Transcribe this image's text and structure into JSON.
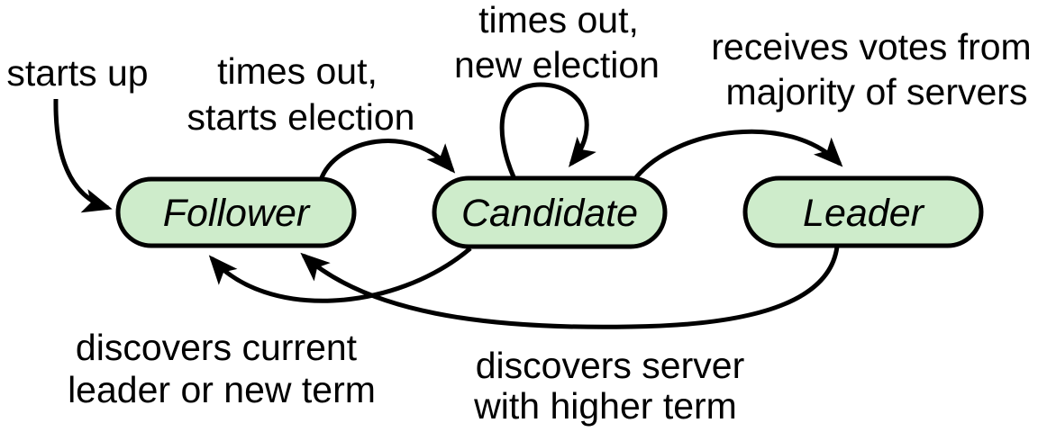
{
  "diagram_type": "state-machine",
  "background": "#ffffff",
  "colors": {
    "state_fill": "#ceeccb",
    "state_stroke": "#000000",
    "arrow": "#000000",
    "text": "#000000"
  },
  "states": [
    {
      "label": "Follower"
    },
    {
      "label": "Candidate"
    },
    {
      "label": "Leader"
    }
  ],
  "transitions": {
    "starts_up": {
      "to": "Follower",
      "lines": [
        "starts up"
      ]
    },
    "follower_to_candidate": {
      "from": "Follower",
      "to": "Candidate",
      "lines": [
        "times out,",
        "starts election"
      ]
    },
    "candidate_self_loop": {
      "from": "Candidate",
      "to": "Candidate",
      "lines": [
        "times out,",
        "new election"
      ]
    },
    "candidate_to_leader": {
      "from": "Candidate",
      "to": "Leader",
      "lines": [
        "receives votes from",
        "majority of servers"
      ]
    },
    "candidate_to_follower": {
      "from": "Candidate",
      "to": "Follower",
      "lines": [
        "discovers current",
        "leader or new term"
      ]
    },
    "leader_to_follower": {
      "from": "Leader",
      "to": "Follower",
      "lines": [
        "discovers server",
        "with higher term"
      ]
    }
  }
}
